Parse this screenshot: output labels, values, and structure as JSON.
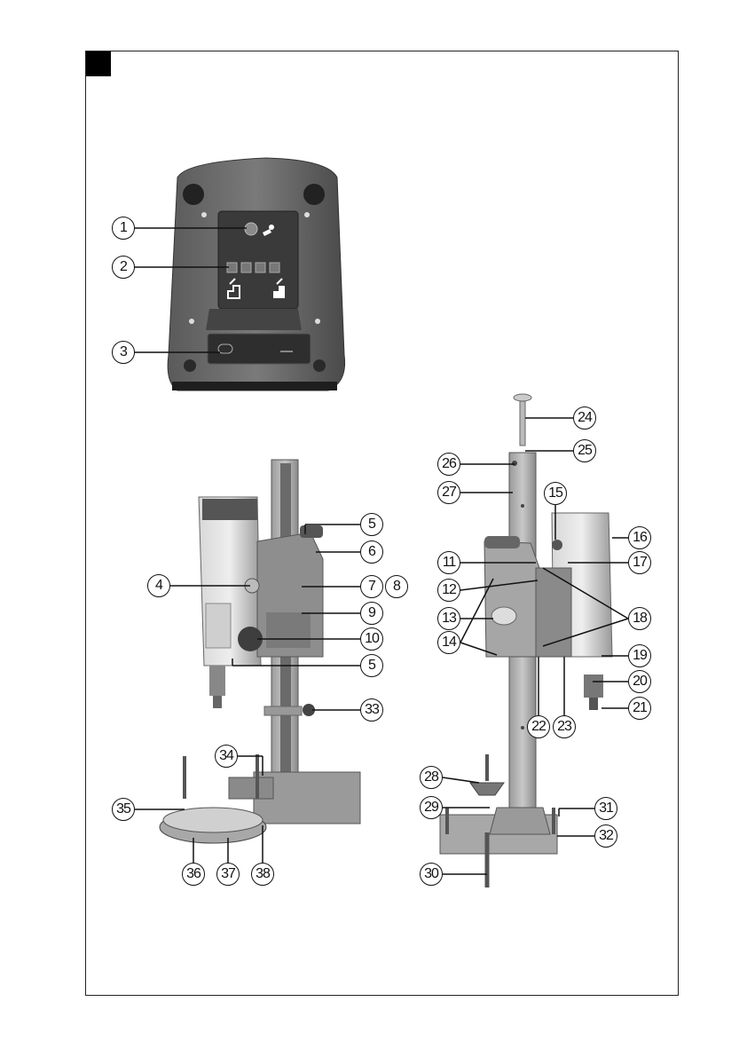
{
  "figure": {
    "tab_label": ""
  },
  "callouts": {
    "c1": "1",
    "c2": "2",
    "c3": "3",
    "c4": "4",
    "c5a": "5",
    "c5b": "5",
    "c6": "6",
    "c7": "7",
    "c8": "8",
    "c9": "9",
    "c10": "10",
    "c11": "11",
    "c12": "12",
    "c13": "13",
    "c14": "14",
    "c15": "15",
    "c16": "16",
    "c17": "17",
    "c18": "18",
    "c19": "19",
    "c20": "20",
    "c21": "21",
    "c22": "22",
    "c23": "23",
    "c24": "24",
    "c25": "25",
    "c26": "26",
    "c27": "27",
    "c28": "28",
    "c29": "29",
    "c30": "30",
    "c31": "31",
    "c32": "32",
    "c33": "33",
    "c34": "34",
    "c35": "35",
    "c36": "36",
    "c37": "37",
    "c38": "38"
  },
  "icons": [
    "wrench-icon",
    "stair-low-icon",
    "stair-high-icon"
  ]
}
